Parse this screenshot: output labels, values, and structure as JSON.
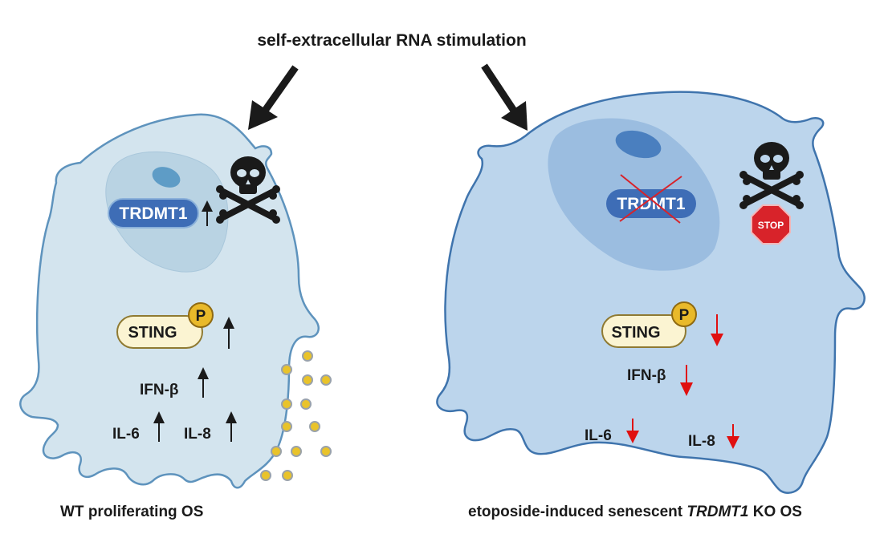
{
  "title": "self-extracellular RNA stimulation",
  "colors": {
    "left_cell_fill": "#d3e4ee",
    "left_cell_stroke": "#5e93bd",
    "left_nucleus": "#b9d3e3",
    "left_nucleolus": "#5e9cc6",
    "right_cell_fill": "#bcd5ec",
    "right_cell_stroke": "#3f74ad",
    "right_nucleus": "#9bbde0",
    "right_nucleolus": "#4a7fbf",
    "trdmt1_pill": "#3e6db6",
    "sting_fill": "#fbf4d2",
    "sting_stroke": "#8f7a32",
    "phospho_fill": "#e9b92a",
    "phospho_stroke": "#8f6a12",
    "up_arrow": "#1a1a1a",
    "down_arrow": "#e01010",
    "knockout_cross": "#d8232a",
    "stop_sign": "#d8232a",
    "secreted_dot": "#e9c32a",
    "secreted_dot_stroke": "#9aa2aa"
  },
  "left_panel": {
    "caption": "WT proliferating OS",
    "trdmt1": {
      "label": "TRDMT1",
      "direction": "up"
    },
    "toxicity_icon": "skull-crossbones",
    "sting": {
      "label": "STING",
      "phospho": "P",
      "direction": "up"
    },
    "cytokines": [
      {
        "label": "IFN-β",
        "direction": "up"
      },
      {
        "label": "IL-6",
        "direction": "up"
      },
      {
        "label": "IL-8",
        "direction": "up"
      }
    ],
    "secretion": "secreted-cytokine-dots"
  },
  "right_panel": {
    "caption_prefix": "etoposide-induced senescent ",
    "caption_gene": "TRDMT1",
    "caption_suffix": " KO OS",
    "trdmt1": {
      "label": "TRDMT1",
      "status": "knocked out"
    },
    "toxicity_icon": "skull-crossbones",
    "stop_sign": "STOP",
    "sting": {
      "label": "STING",
      "phospho": "P",
      "direction": "down"
    },
    "cytokines": [
      {
        "label": "IFN-β",
        "direction": "down"
      },
      {
        "label": "IL-6",
        "direction": "down"
      },
      {
        "label": "IL-8",
        "direction": "down"
      }
    ]
  }
}
